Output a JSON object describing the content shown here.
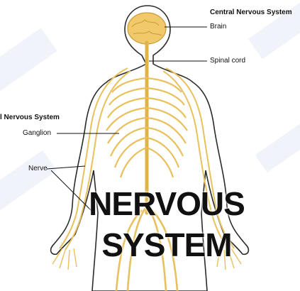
{
  "labels": {
    "central_heading": "Central Nervous System",
    "brain": "Brain",
    "spinal_cord": "Spinal cord",
    "peripheral_heading": "l Nervous System",
    "ganglion": "Ganglion",
    "nerve": "Nerve"
  },
  "overlay": {
    "line1": "NERVOUS",
    "line2": "SYSTEM"
  },
  "colors": {
    "skin_outline": "#2b2b2b",
    "nerve": "#e9c15c",
    "brain": "#f2c96a",
    "background_band": "#eaf0f8"
  }
}
